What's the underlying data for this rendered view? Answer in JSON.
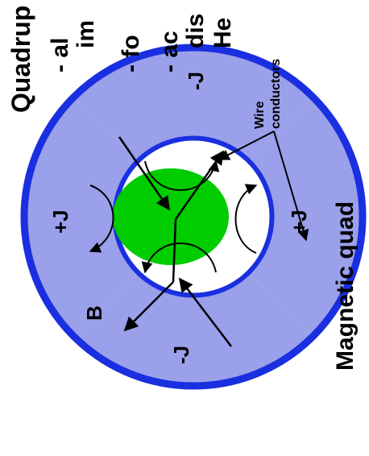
{
  "title_partial": "Quadrup",
  "bullets": [
    "- al",
    "im",
    "- fo",
    "- ac",
    "dis",
    "He"
  ],
  "caption": "Magnetic quad",
  "wire_label_line1": "Wire",
  "wire_label_line2": "conductors",
  "current_labels": {
    "top": "-J",
    "left": "+J",
    "right": "+J",
    "bottom": "-J"
  },
  "field_label": "B",
  "colors": {
    "ring": "#1a2fe0",
    "conductor_fill": "#9aa0ea",
    "beam": "#00cc00",
    "text": "#000000"
  }
}
